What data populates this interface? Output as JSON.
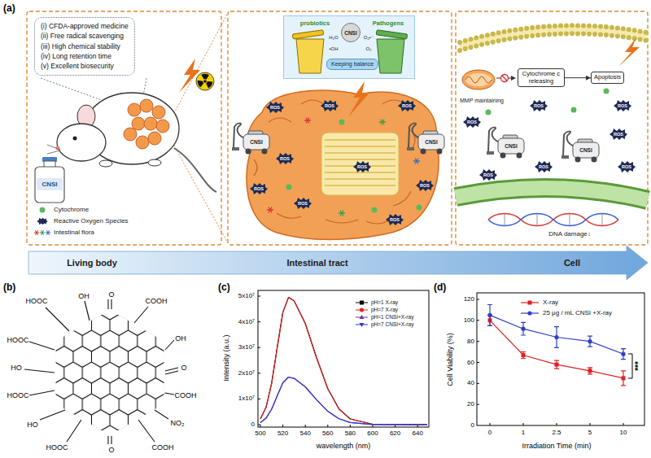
{
  "diagram": {
    "nodes": [
      {
        "text": [
          "(i) CFDA-approved medicine",
          "(ii) Free radical scavenging",
          "(iii) High chemical stability",
          "(iv) Long retention time",
          "(v) Excellent biosecurity"
        ]
      },
      {
        "text": [
          "probiotics",
          "Pathogens",
          "H₂O",
          "•OH",
          "O₂•⁻",
          "O₂"
        ]
      },
      {
        "text": [
          "CNSI"
        ],
        "in": 1
      },
      {
        "text": [
          "Keeping balance"
        ],
        "in": 1
      },
      {
        "text": [
          "Cytochrome c releasing"
        ]
      },
      {
        "text": [
          "Apoptosis"
        ]
      },
      {
        "text": [
          "Living body",
          "Intestinal tract",
          "Cell"
        ]
      }
    ],
    "edges": [
      {
        "from": 4,
        "to": 5,
        "arrow": "to"
      }
    ],
    "labels": [
      "(a)",
      "CNSI",
      "CNSI",
      "CNSI",
      "ROS",
      "ROS",
      "ROS",
      "ROS",
      "ROS",
      "ROS",
      "ROS",
      "ROS",
      "ROS",
      "MMP maintaining",
      "CNSI",
      "CNSI",
      "ROS",
      "ROS",
      "ROS",
      "ROS",
      "ROS",
      "ROS",
      "ROS",
      "DNA damage↓",
      "(b)",
      "HOOC",
      "OH",
      "O",
      "COOH",
      "HOOC",
      "OH",
      "HO",
      "O",
      "HOOC",
      "COOH",
      "HO",
      "NO₂",
      "HOOC",
      "O",
      "COOH",
      "(c)",
      "0",
      "1x10⁷",
      "2x10⁷",
      "3x10⁷",
      "4x10⁷",
      "5x10⁷",
      "500",
      "520",
      "540",
      "560",
      "580",
      "600",
      "620",
      "640",
      "Intensity (a.u.)",
      "wavelength (nm)",
      "(d)",
      "0",
      "20",
      "40",
      "60",
      "80",
      "100",
      "120",
      "0",
      "1",
      "2.5",
      "5",
      "10",
      "Cell Viability (%)",
      "Irradiation Time (min)",
      "***"
    ],
    "legend": [
      {
        "text": "Cytochrome"
      },
      {
        "text": "Reactive Oxygen Species"
      },
      {
        "text": "Intestinal flora"
      },
      {
        "text": "pH=1 X-ray"
      },
      {
        "text": "pH=7 X-ray"
      },
      {
        "text": "pH=1 CNSI+X-ray"
      },
      {
        "text": "pH=7 CNSI+X-ray"
      },
      {
        "text": "X-ray"
      },
      {
        "text": "25 μg / mL CNSI +X-ray"
      }
    ]
  }
}
